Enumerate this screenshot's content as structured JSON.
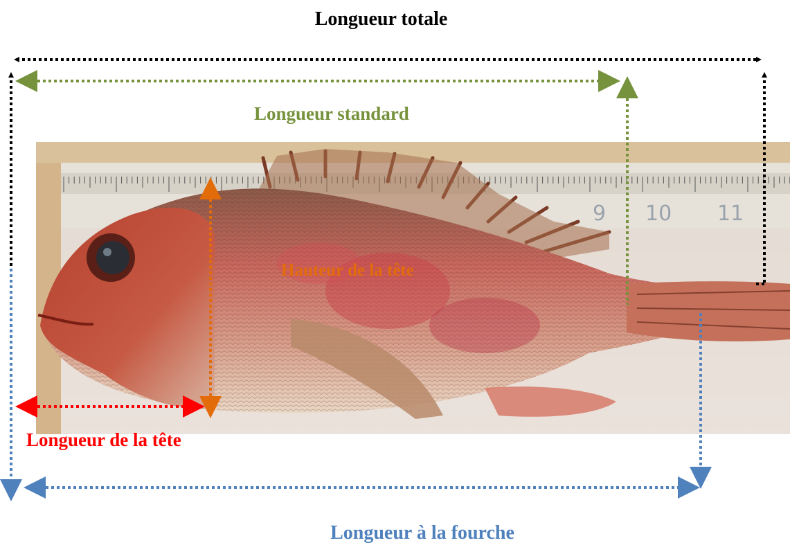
{
  "labels": {
    "total_length": "Longueur totale",
    "standard_length": "Longueur standard",
    "head_height": "Hauteur de la tête",
    "head_length": "Longueur de la tête",
    "fork_length": "Longueur à la fourche"
  },
  "ruler_numbers": [
    "9",
    "10",
    "11"
  ],
  "colors": {
    "total_length": "#000000",
    "standard_length": "#76923c",
    "head_height": "#e36c0a",
    "head_length": "#ff0000",
    "fork_length": "#4f81bd"
  },
  "photo": {
    "subject": "fish specimen on measuring board (image)"
  }
}
